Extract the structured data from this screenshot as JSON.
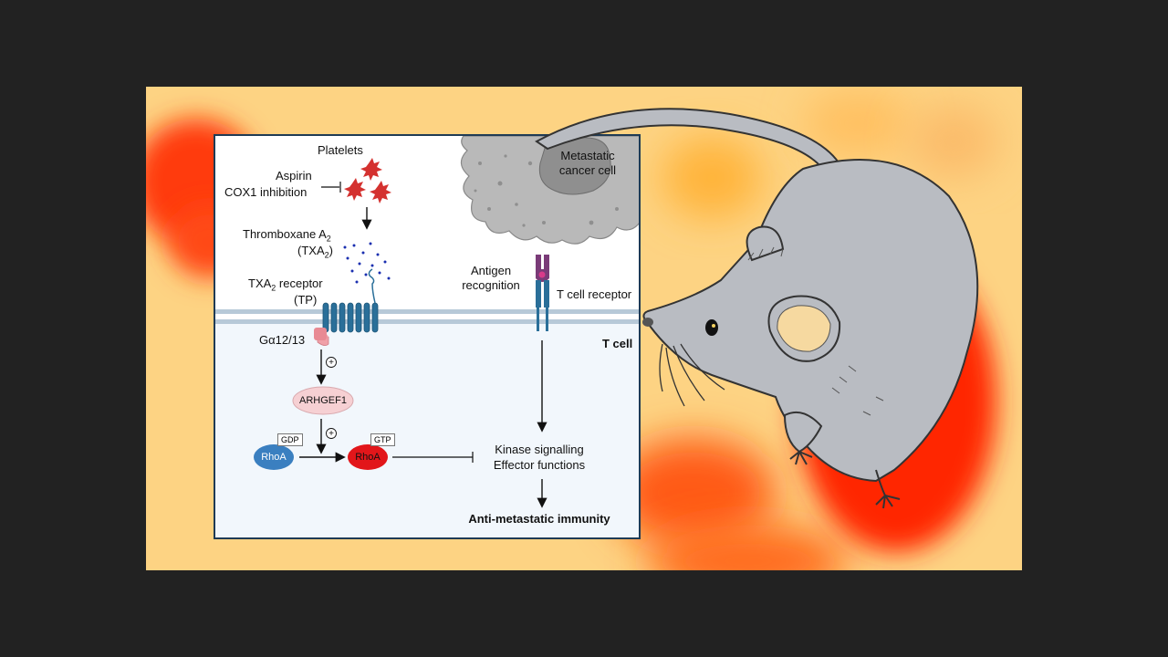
{
  "labels": {
    "platelets": "Platelets",
    "aspirin": "Aspirin",
    "cox1": "COX1 inhibition",
    "txa2_line1_a": "Thromboxane A",
    "txa2_line1_sub": "2",
    "txa2_line2_a": "(TXA",
    "txa2_line2_sub": "2",
    "txa2_line2_b": ")",
    "receptor_line1_a": "TXA",
    "receptor_line1_sub": "2",
    "receptor_line1_b": " receptor",
    "receptor_line2": "(TP)",
    "galpha": "Gα12/13",
    "arhgef1": "ARHGEF1",
    "rhoa_gdp": "RhoA",
    "gdp": "GDP",
    "rhoa_gtp": "RhoA",
    "gtp": "GTP",
    "cancer_cell_line1": "Metastatic",
    "cancer_cell_line2": "cancer cell",
    "antigen_line1": "Antigen",
    "antigen_line2": "recognition",
    "tcr": "T cell receptor",
    "tcell": "T cell",
    "kinase": "Kinase signalling",
    "effector": "Effector functions",
    "outcome": "Anti-metastatic immunity",
    "plus1": "+",
    "plus2": "+"
  },
  "colors": {
    "background": "#fdd383",
    "blob_red": "#ff3b10",
    "membrane": "#b7c9d8",
    "receptor": "#2a6f99",
    "platelet": "#d4312f",
    "txa2_dots": "#1a2fb0",
    "rhoa_gdp": "#3a7fc0",
    "rhoa_gtp": "#e2161a",
    "arhgef1": "#f6d0d3",
    "tcr_purple": "#7a3b78",
    "mouse": "#b9bcc2"
  }
}
